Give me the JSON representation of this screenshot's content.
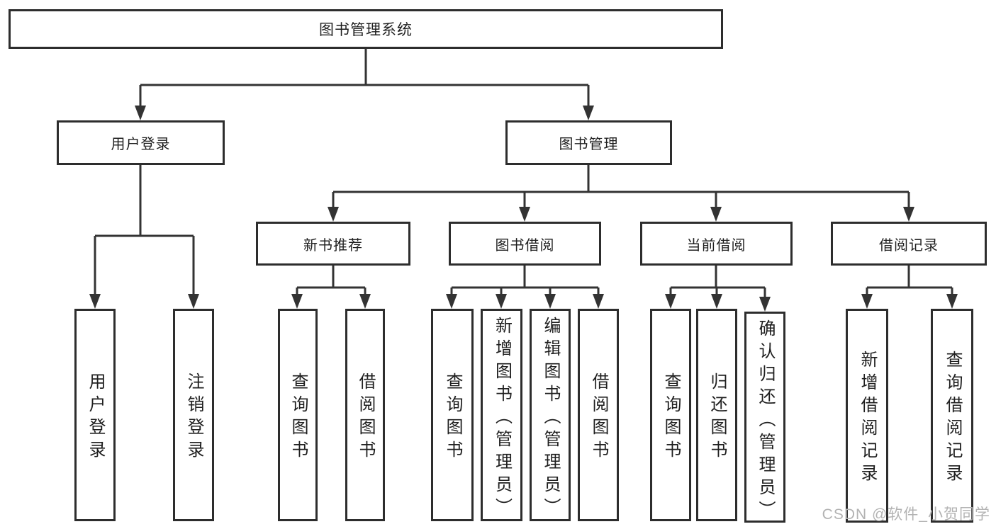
{
  "tree": {
    "root": {
      "label": "图书管理系统"
    },
    "branches": [
      {
        "label": "用户登录",
        "children": [
          {
            "label": "用户登录"
          },
          {
            "label": "注销登录"
          }
        ]
      },
      {
        "label": "图书管理",
        "children": [
          {
            "label": "新书推荐",
            "children": [
              {
                "label": "查询图书"
              },
              {
                "label": "借阅图书"
              }
            ]
          },
          {
            "label": "图书借阅",
            "children": [
              {
                "label": "查询图书"
              },
              {
                "label": "新增图书（管理员）"
              },
              {
                "label": "编辑图书（管理员）"
              },
              {
                "label": "借阅图书"
              }
            ]
          },
          {
            "label": "当前借阅",
            "children": [
              {
                "label": "查询图书"
              },
              {
                "label": "归还图书"
              },
              {
                "label": "确认归还（管理员）"
              }
            ]
          },
          {
            "label": "借阅记录",
            "children": [
              {
                "label": "新增借阅记录"
              },
              {
                "label": "查询借阅记录"
              }
            ]
          }
        ]
      }
    ]
  },
  "watermark": {
    "text": "CSDN @软件_小贺同学"
  },
  "colors": {
    "line": "#333333",
    "box_border": "#2d2d2d",
    "text": "#1f1f1f",
    "watermark": "#b3b3b3",
    "background": "#ffffff"
  }
}
